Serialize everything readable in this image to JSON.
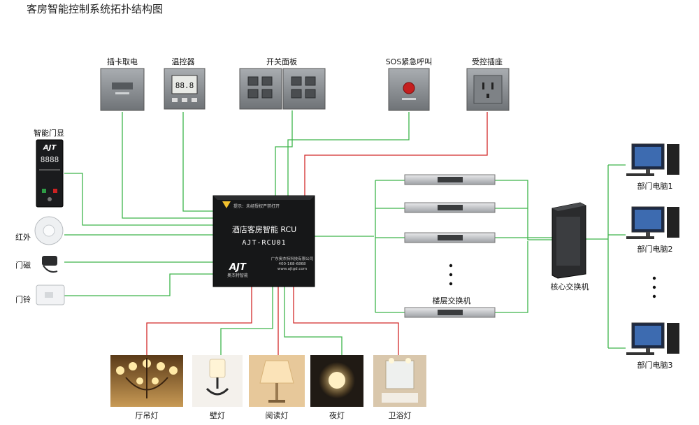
{
  "title": "客房智能控制系统拓扑结构图",
  "top_devices": [
    {
      "id": "card",
      "label": "插卡取电",
      "icon": "card-switch-icon"
    },
    {
      "id": "thermo",
      "label": "温控器",
      "icon": "thermostat-icon",
      "display": "88.8"
    },
    {
      "id": "switch",
      "label": "开关面板",
      "icon": "switch-panel-icon"
    },
    {
      "id": "sos",
      "label": "SOS紧急呼叫",
      "icon": "sos-button-icon"
    },
    {
      "id": "socket",
      "label": "受控插座",
      "icon": "socket-icon"
    }
  ],
  "left_devices": [
    {
      "id": "doorbell_display",
      "label": "智能门显",
      "icon": "door-display-icon",
      "logo": "AJT",
      "digits": "8888"
    },
    {
      "id": "ir",
      "label": "红外",
      "icon": "infrared-sensor-icon"
    },
    {
      "id": "magnet",
      "label": "门磁",
      "icon": "door-magnet-icon"
    },
    {
      "id": "bell",
      "label": "门铃",
      "icon": "doorbell-icon"
    }
  ],
  "rcu": {
    "warning": "提示：未经授权严禁打开",
    "name": "酒店客房智能 RCU",
    "model": "AJT-RCU01",
    "logo": "AJT",
    "logo_sub": "奥杰特智能",
    "company": "广东奥杰特科技有限公司",
    "phone": "400-168-6868",
    "website": "www.ajtgd.com"
  },
  "lights": [
    {
      "id": "chandelier",
      "label": "厅吊灯",
      "icon": "chandelier-icon"
    },
    {
      "id": "wall",
      "label": "壁灯",
      "icon": "wall-lamp-icon"
    },
    {
      "id": "reading",
      "label": "阅读灯",
      "icon": "reading-lamp-icon"
    },
    {
      "id": "night",
      "label": "夜灯",
      "icon": "night-lamp-icon"
    },
    {
      "id": "bath",
      "label": "卫浴灯",
      "icon": "bathroom-lamp-icon"
    }
  ],
  "floor_switch_label": "楼层交换机",
  "core_switch_label": "核心交换机",
  "computers": [
    {
      "label": "部门电脑1"
    },
    {
      "label": "部门电脑2"
    },
    {
      "label": "部门电脑3"
    }
  ],
  "colors": {
    "green": "#3db54a",
    "red": "#d22a2a",
    "panel": "#8a8d90"
  }
}
